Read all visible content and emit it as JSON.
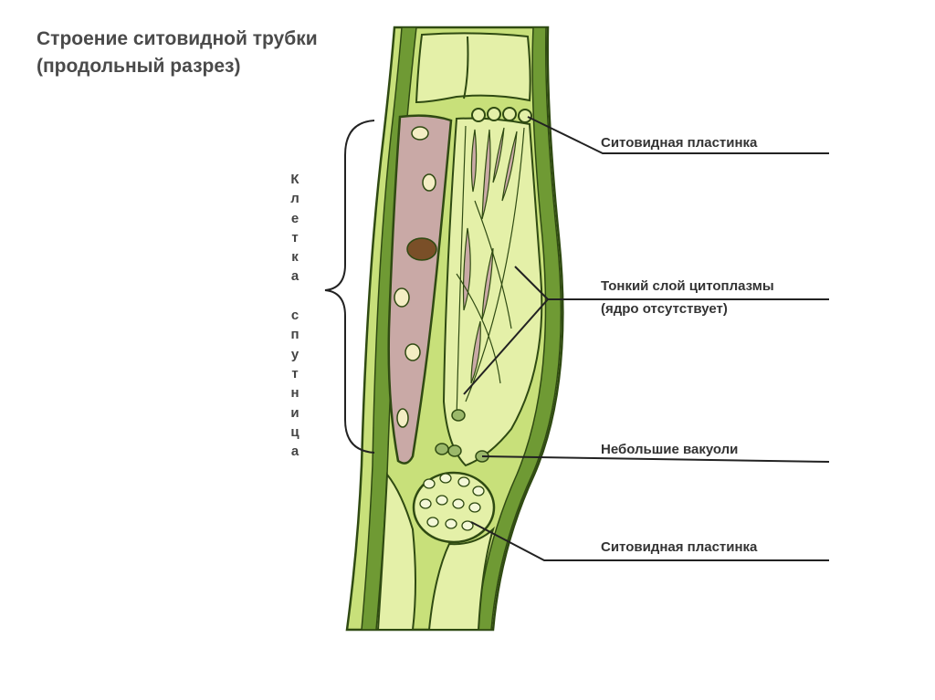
{
  "title": {
    "line1": "Строение ситовидной трубки",
    "line2": "(продольный разрез)"
  },
  "labels": {
    "sieve_plate_top": "Ситовидная пластинка",
    "cytoplasm_line1": "Тонкий слой цитоплазмы",
    "cytoplasm_line2": "(ядро отсутствует)",
    "vacuoles": "Небольшие вакуоли",
    "sieve_plate_bottom": "Ситовидная пластинка"
  },
  "companion_cell_letters": [
    "К",
    "л",
    "е",
    "т",
    "к",
    "а",
    "",
    "с",
    "п",
    "у",
    "т",
    "н",
    "и",
    "ц",
    "а"
  ],
  "colors": {
    "wall_dark": "#5e8a2a",
    "wall_light": "#c8e07a",
    "cell_fill": "#e4f0a8",
    "companion_fill": "#c9a9a6",
    "nucleus": "#7a4f28",
    "plastid": "#f4eec4",
    "vacuole": "#9bb86a"
  }
}
